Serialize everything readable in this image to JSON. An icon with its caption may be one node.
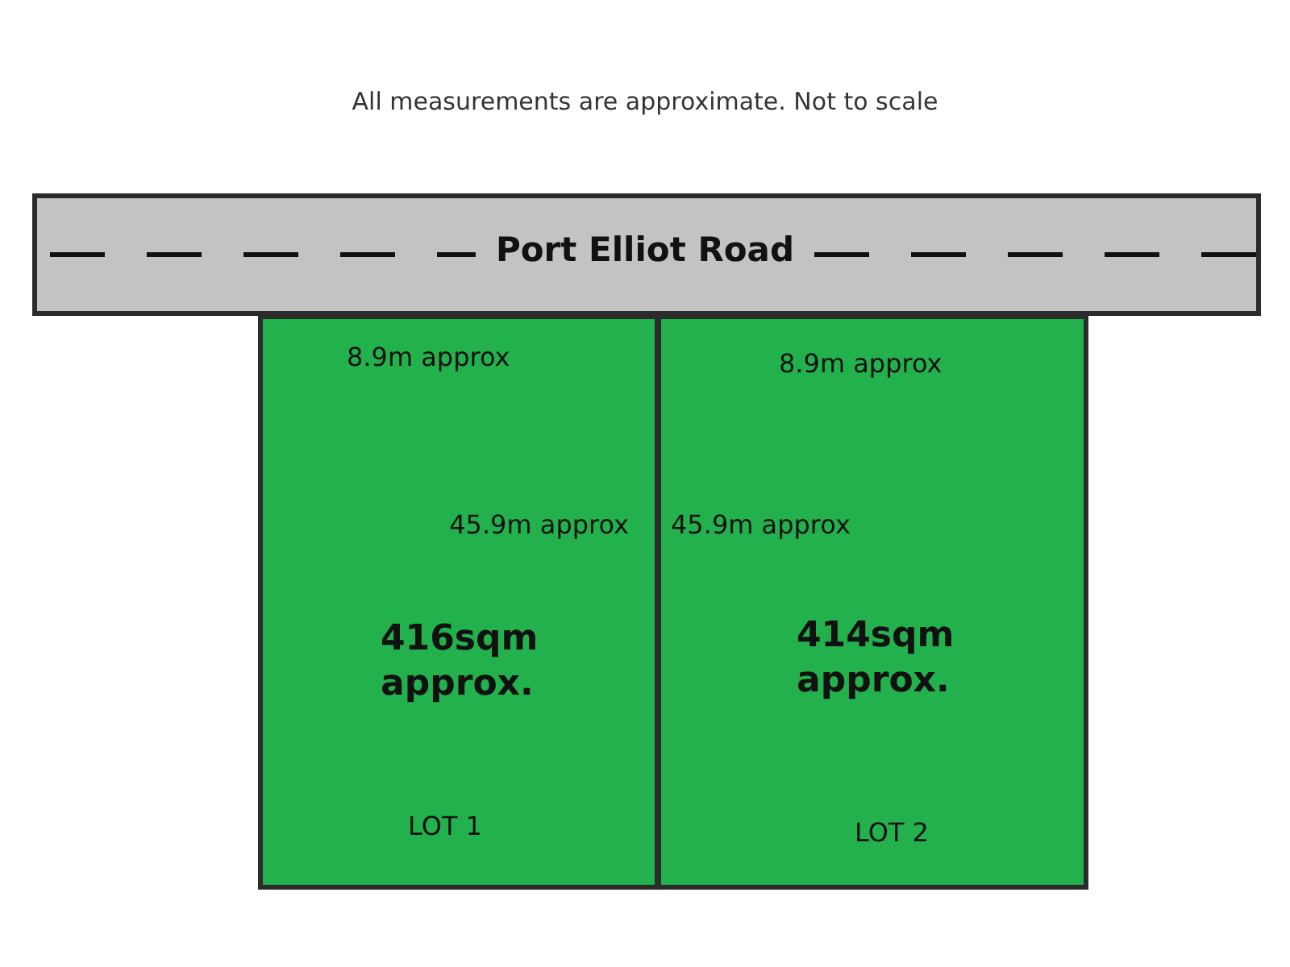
{
  "diagram": {
    "title": "All measurements are approximate. Not to scale",
    "nodes": [
      {
        "text": [
          "Port Elliot Road"
        ]
      },
      {
        "text": [
          "8.9m approx",
          "45.9m approx",
          "416sqm approx.",
          "LOT 1"
        ]
      },
      {
        "text": [
          "8.9m approx",
          "45.9m approx",
          "414sqm approx.",
          "LOT 2"
        ]
      }
    ]
  }
}
